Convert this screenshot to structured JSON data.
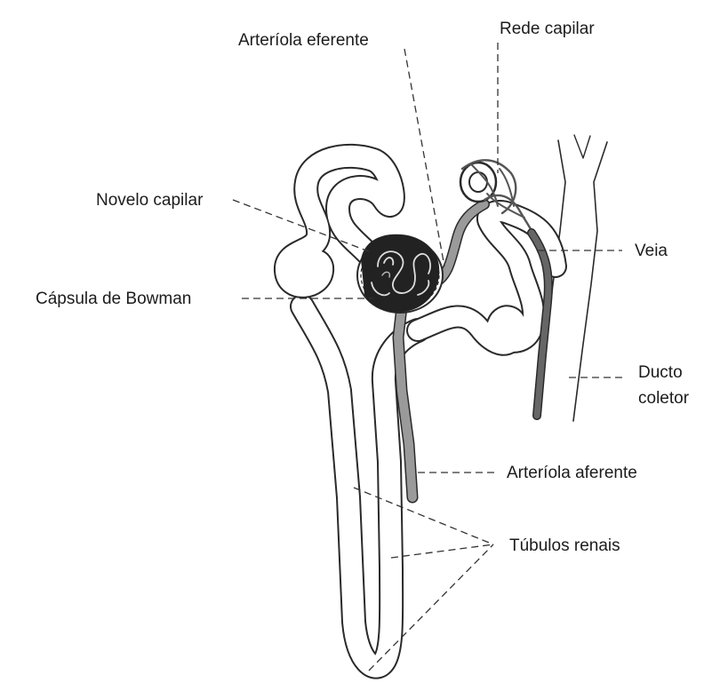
{
  "labels": {
    "efferent_arteriole": "Arteríola eferente",
    "capillary_network": "Rede capilar",
    "glomerulus": "Novelo capilar",
    "vein": "Veia",
    "bowman_capsule": "Cápsula de Bowman",
    "collecting_duct_line1": "Ducto",
    "collecting_duct_line2": "coletor",
    "afferent_arteriole": "Arteríola aferente",
    "renal_tubules": "Túbulos renais"
  },
  "colors": {
    "outline": "#2a2a2a",
    "vessel_gray": "#9a9a9a",
    "vein_dark": "#555555",
    "capsule_dark": "#222222",
    "label_text": "#1c1c1c"
  }
}
